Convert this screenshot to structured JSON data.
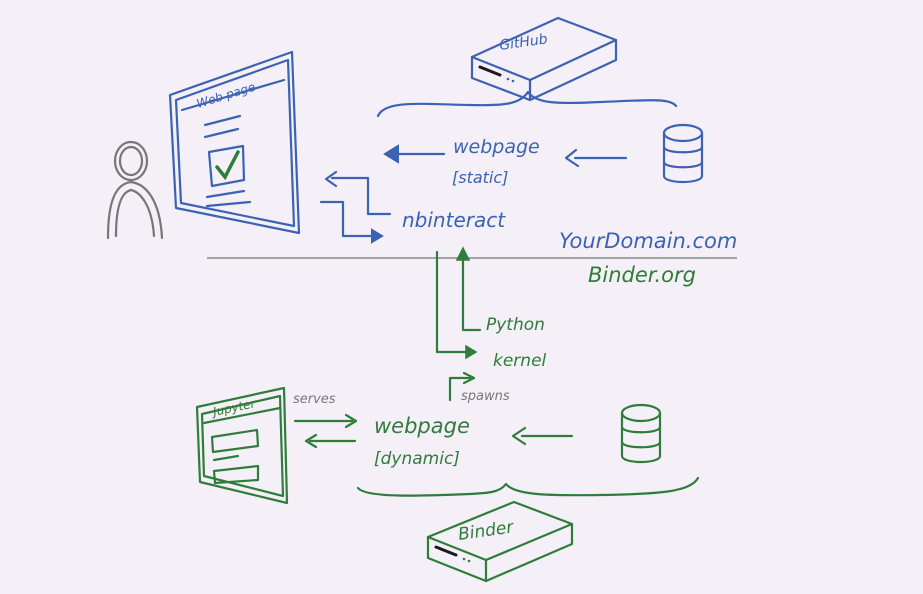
{
  "labels": {
    "github": "GitHub",
    "webpage_top": "webpage",
    "static": "[static]",
    "nbinteract": "nbinteract",
    "your_domain": "YourDomain.com",
    "binder_org": "Binder.org",
    "python": "Python",
    "kernel": "kernel",
    "spawns": "spawns",
    "web_page": "Web page",
    "jupyter": "Jupyter",
    "serves": "serves",
    "webpage_bottom": "webpage",
    "dynamic": "[dynamic]",
    "binder": "Binder"
  },
  "colors": {
    "blue": "#3b63b4",
    "green": "#2f7d3a",
    "gray": "#777777",
    "background": "#f5eff7",
    "divider": "#888888"
  }
}
